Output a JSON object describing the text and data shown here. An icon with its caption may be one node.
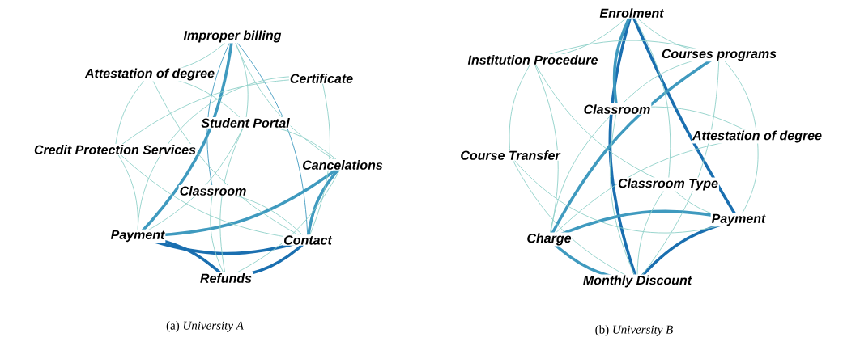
{
  "diagram": {
    "nodes": [
      {
        "text": [
          "Improper billing"
        ]
      },
      {
        "text": [
          "Attestation of degree"
        ]
      },
      {
        "text": [
          "Certificate"
        ]
      },
      {
        "text": [
          "Student Portal"
        ]
      },
      {
        "text": [
          "Credit Protection Services"
        ]
      },
      {
        "text": [
          "Cancelations"
        ]
      },
      {
        "text": [
          "Classroom"
        ]
      },
      {
        "text": [
          "Payment"
        ]
      },
      {
        "text": [
          "Contact"
        ]
      },
      {
        "text": [
          "Refunds"
        ]
      },
      {
        "text": [
          "Enrolment"
        ]
      },
      {
        "text": [
          "Institution Procedure"
        ]
      },
      {
        "text": [
          "Courses programs"
        ]
      },
      {
        "text": [
          "Classroom"
        ]
      },
      {
        "text": [
          "Attestation of degree"
        ]
      },
      {
        "text": [
          "Course Transfer"
        ]
      },
      {
        "text": [
          "Classroom Type"
        ]
      },
      {
        "text": [
          "Payment"
        ]
      },
      {
        "text": [
          "Charge"
        ]
      },
      {
        "text": [
          "Monthly Discount"
        ]
      }
    ],
    "edges": [
      {
        "from": 7,
        "to": 9,
        "arrow": "none",
        "style": "thick",
        "color": "#1a6fb0"
      },
      {
        "from": 7,
        "to": 8,
        "arrow": "none",
        "style": "thick",
        "color": "#1a6fb0"
      },
      {
        "from": 8,
        "to": 9,
        "arrow": "none",
        "style": "thick",
        "color": "#1a6fb0"
      },
      {
        "from": 7,
        "to": 5,
        "arrow": "none",
        "style": "thick",
        "color": "#3f9abf"
      },
      {
        "from": 0,
        "to": 7,
        "arrow": "none",
        "style": "thick",
        "color": "#3f9abf"
      },
      {
        "from": 5,
        "to": 8,
        "arrow": "none",
        "style": "thick",
        "color": "#3f9abf"
      },
      {
        "from": 0,
        "to": 8,
        "arrow": "none",
        "color": "#3f9abf"
      },
      {
        "from": 0,
        "to": 6,
        "arrow": "none",
        "color": "#3f9abf"
      },
      {
        "from": 0,
        "to": 3,
        "arrow": "none"
      },
      {
        "from": 0,
        "to": 5,
        "arrow": "none"
      },
      {
        "from": 0,
        "to": 1,
        "arrow": "none"
      },
      {
        "from": 1,
        "to": 4,
        "arrow": "none"
      },
      {
        "from": 1,
        "to": 3,
        "arrow": "none"
      },
      {
        "from": 1,
        "to": 8,
        "arrow": "none"
      },
      {
        "from": 4,
        "to": 7,
        "arrow": "none"
      },
      {
        "from": 4,
        "to": 8,
        "arrow": "none"
      },
      {
        "from": 3,
        "to": 7,
        "arrow": "none"
      },
      {
        "from": 3,
        "to": 9,
        "arrow": "none"
      },
      {
        "from": 3,
        "to": 5,
        "arrow": "none"
      },
      {
        "from": 6,
        "to": 9,
        "arrow": "none"
      },
      {
        "from": 6,
        "to": 8,
        "arrow": "none"
      },
      {
        "from": 2,
        "to": 4,
        "arrow": "none"
      },
      {
        "from": 2,
        "to": 8,
        "arrow": "none"
      },
      {
        "from": 2,
        "to": 7,
        "arrow": "none"
      },
      {
        "from": 5,
        "to": 9,
        "arrow": "none"
      },
      {
        "from": 10,
        "to": 19,
        "arrow": "none",
        "style": "thick",
        "color": "#1a6fb0"
      },
      {
        "from": 10,
        "to": 17,
        "arrow": "none",
        "style": "thick",
        "color": "#1a6fb0"
      },
      {
        "from": 17,
        "to": 19,
        "arrow": "none",
        "style": "thick",
        "color": "#1a6fb0"
      },
      {
        "from": 12,
        "to": 18,
        "arrow": "none",
        "style": "thick",
        "color": "#3f9abf"
      },
      {
        "from": 10,
        "to": 13,
        "arrow": "none",
        "style": "thick",
        "color": "#3f9abf"
      },
      {
        "from": 18,
        "to": 17,
        "arrow": "none",
        "style": "thick",
        "color": "#3f9abf"
      },
      {
        "from": 18,
        "to": 19,
        "arrow": "none",
        "style": "thick",
        "color": "#3f9abf"
      },
      {
        "from": 10,
        "to": 11,
        "arrow": "none"
      },
      {
        "from": 10,
        "to": 12,
        "arrow": "none"
      },
      {
        "from": 13,
        "to": 14,
        "arrow": "none"
      },
      {
        "from": 11,
        "to": 15,
        "arrow": "none"
      },
      {
        "from": 11,
        "to": 18,
        "arrow": "none"
      },
      {
        "from": 11,
        "to": 16,
        "arrow": "none"
      },
      {
        "from": 11,
        "to": 12,
        "arrow": "none"
      },
      {
        "from": 12,
        "to": 13,
        "arrow": "none"
      },
      {
        "from": 12,
        "to": 19,
        "arrow": "none"
      },
      {
        "from": 13,
        "to": 18,
        "arrow": "none"
      },
      {
        "from": 13,
        "to": 19,
        "arrow": "none"
      },
      {
        "from": 16,
        "to": 17,
        "arrow": "none"
      },
      {
        "from": 15,
        "to": 17,
        "arrow": "none"
      },
      {
        "from": 15,
        "to": 19,
        "arrow": "none"
      },
      {
        "from": 14,
        "to": 17,
        "arrow": "none"
      },
      {
        "from": 14,
        "to": 18,
        "arrow": "none"
      },
      {
        "from": 10,
        "to": 16,
        "arrow": "none"
      },
      {
        "from": 16,
        "to": 19,
        "arrow": "none"
      },
      {
        "from": 12,
        "to": 14,
        "arrow": "none"
      }
    ],
    "labels": [
      "(a) *University A*",
      "(b) *University B*"
    ]
  }
}
